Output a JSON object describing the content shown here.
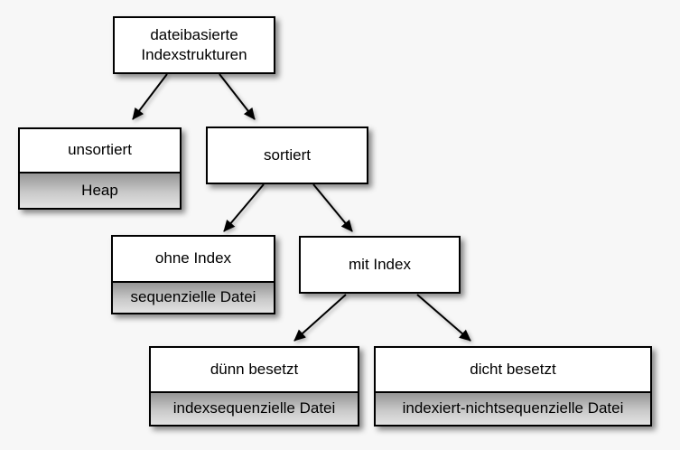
{
  "canvas": {
    "background_color": "#f7f7f7"
  },
  "diagram": {
    "type": "tree",
    "nodes": [
      {
        "id": "root",
        "label": "dateibasierte Indexstrukturen",
        "sublabel": null
      },
      {
        "id": "unsortiert",
        "label": "unsortiert",
        "sublabel": "Heap"
      },
      {
        "id": "sortiert",
        "label": "sortiert",
        "sublabel": null
      },
      {
        "id": "ohne-index",
        "label": "ohne Index",
        "sublabel": "sequenzielle Datei"
      },
      {
        "id": "mit-index",
        "label": "mit Index",
        "sublabel": null
      },
      {
        "id": "duenn-besetzt",
        "label": "dünn besetzt",
        "sublabel": "indexsequenzielle Datei"
      },
      {
        "id": "dicht-besetzt",
        "label": "dicht besetzt",
        "sublabel": "indexiert-nichtsequenzielle Datei"
      }
    ],
    "edges": [
      {
        "from": "dateibasierte Indexstrukturen",
        "to": "unsortiert"
      },
      {
        "from": "dateibasierte Indexstrukturen",
        "to": "sortiert"
      },
      {
        "from": "sortiert",
        "to": "ohne Index"
      },
      {
        "from": "sortiert",
        "to": "mit Index"
      },
      {
        "from": "mit Index",
        "to": "dünn besetzt"
      },
      {
        "from": "mit Index",
        "to": "dicht besetzt"
      }
    ],
    "colors": {
      "node_fill": "#ffffff",
      "node_border": "#000000",
      "sublabel_gradient_top": "#969696",
      "sublabel_gradient_bottom": "#e3e3e3",
      "text": "#000000",
      "arrow": "#000000"
    }
  }
}
